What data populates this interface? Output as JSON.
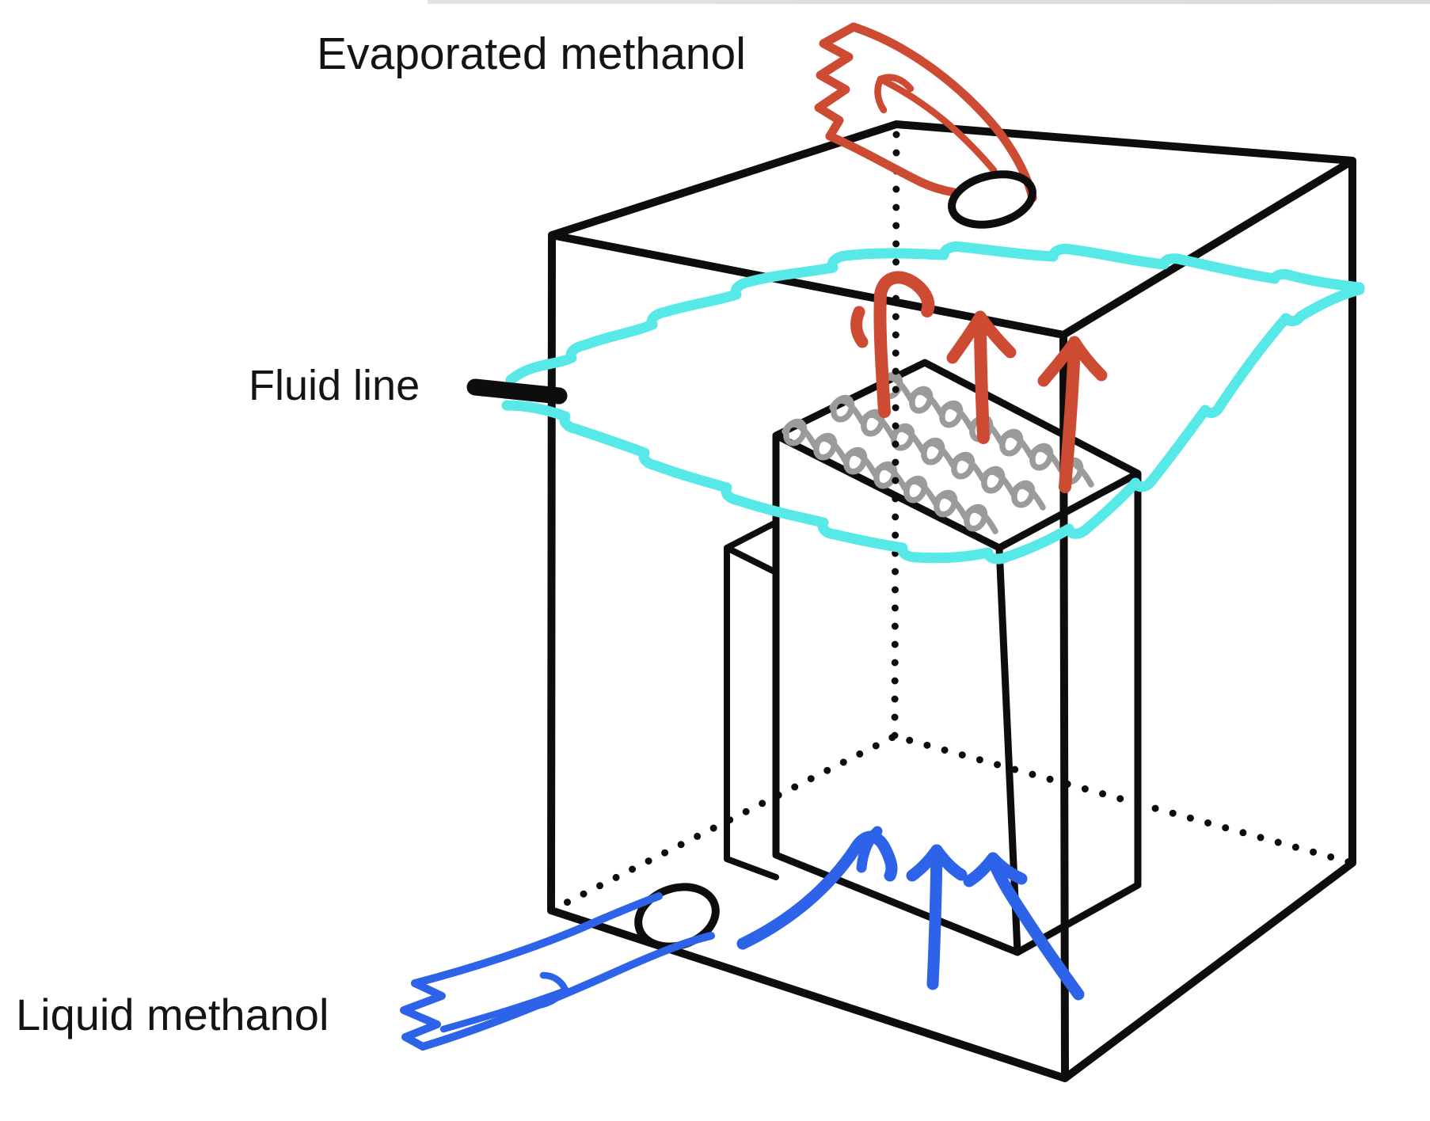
{
  "diagram": {
    "labels": {
      "evaporated": "Evaporated methanol",
      "fluid_line": "Fluid line",
      "liquid": "Liquid methanol"
    },
    "colors": {
      "vapor_red": "#cd4a33",
      "liquid_blue": "#2d63e8",
      "fluid_cyan": "#57e8e8",
      "ink_black": "#0d0d0d",
      "hatch_gray": "#9b9b9b",
      "background": "#ffffff"
    },
    "flows": [
      {
        "name": "evaporated-methanol",
        "color_key": "vapor_red",
        "arrow_count": 3,
        "direction": "up and out through top hole"
      },
      {
        "name": "liquid-methanol",
        "color_key": "liquid_blue",
        "arrow_count": 3,
        "direction": "in through bottom hole and up"
      },
      {
        "name": "fluid-line",
        "color_key": "fluid_cyan",
        "shape": "wavy liquid surface across tank"
      }
    ]
  }
}
